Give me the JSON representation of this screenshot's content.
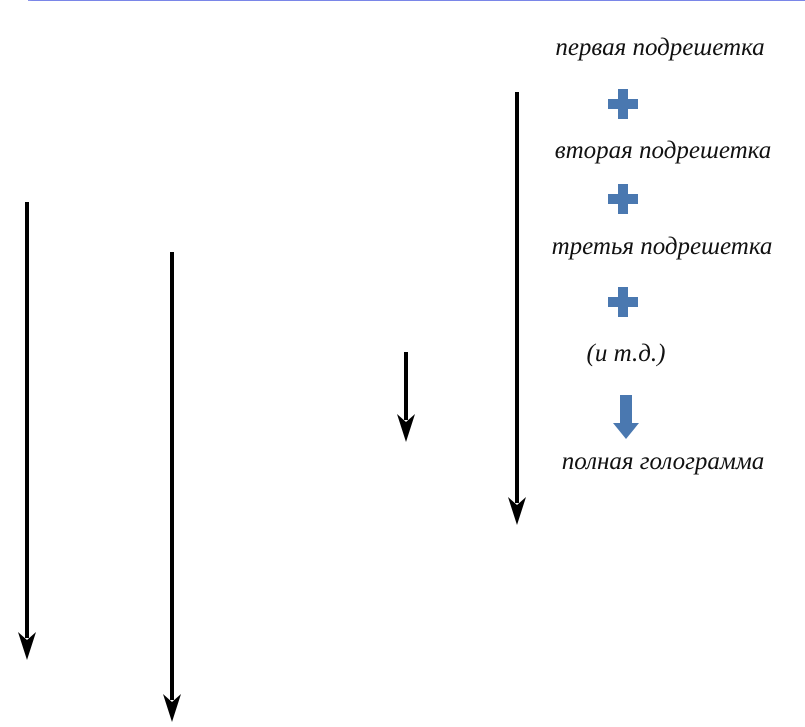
{
  "labels": {
    "first": "первая подрешетка",
    "second": "вторая подрешетка",
    "third": "третья подрешетка",
    "etc": "(и т.д.)",
    "full": "полная голограмма"
  },
  "symbols": {
    "plus_color": "#4a78b0",
    "down_arrow_color": "#4a78b0"
  },
  "colors": {
    "grating_lines": "#7a86e8",
    "arrows": "#000000",
    "text": "#111111"
  }
}
